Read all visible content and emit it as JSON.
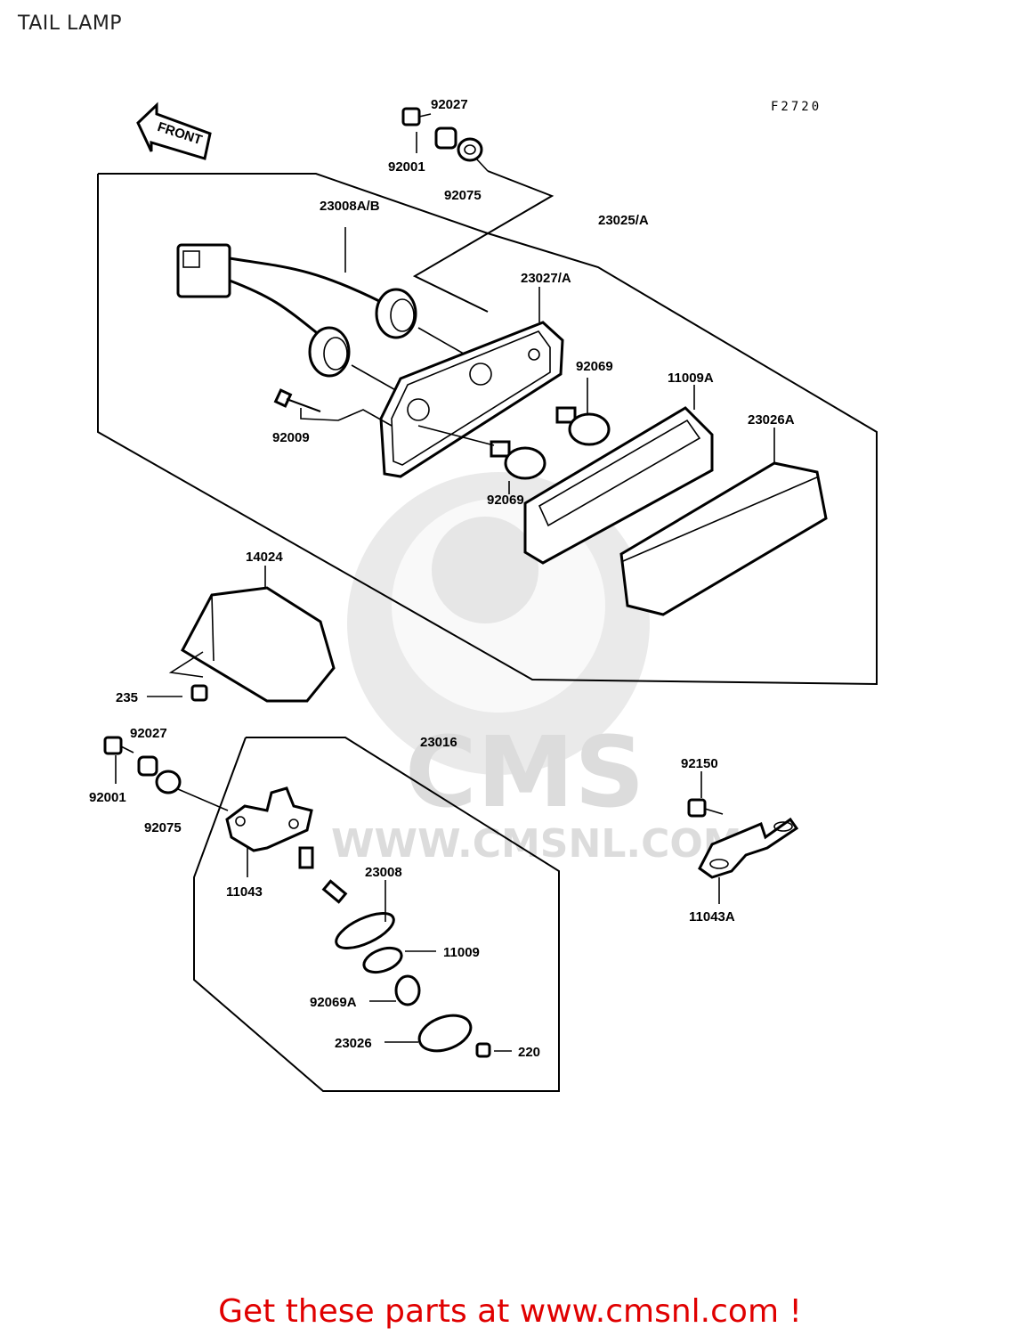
{
  "title": "TAIL LAMP",
  "figure_code": "F2720",
  "front_label": "FRONT",
  "watermark": {
    "brand": "CMS",
    "url": "WWW.CMSNL.COM"
  },
  "footer_text": "Get these parts at www.cmsnl.com !",
  "colors": {
    "footer": "#e00000",
    "line": "#000000",
    "watermark": "#d9d9d9"
  },
  "labels": {
    "l92027a": "92027",
    "l92001a": "92001",
    "l92075a": "92075",
    "l23008ab": "23008A/B",
    "l23025a": "23025/A",
    "l23027a": "23027/A",
    "l92069a": "92069",
    "l11009a": "11009A",
    "l92009": "92009",
    "l23026a": "23026A",
    "l92069b": "92069",
    "l14024": "14024",
    "l235": "235",
    "l92027b": "92027",
    "l92001b": "92001",
    "l92075b": "92075",
    "l23016": "23016",
    "l92150": "92150",
    "l11043": "11043",
    "l23008": "23008",
    "l11009": "11009",
    "l92069A": "92069A",
    "l23026": "23026",
    "l220": "220",
    "l11043A": "11043A"
  }
}
